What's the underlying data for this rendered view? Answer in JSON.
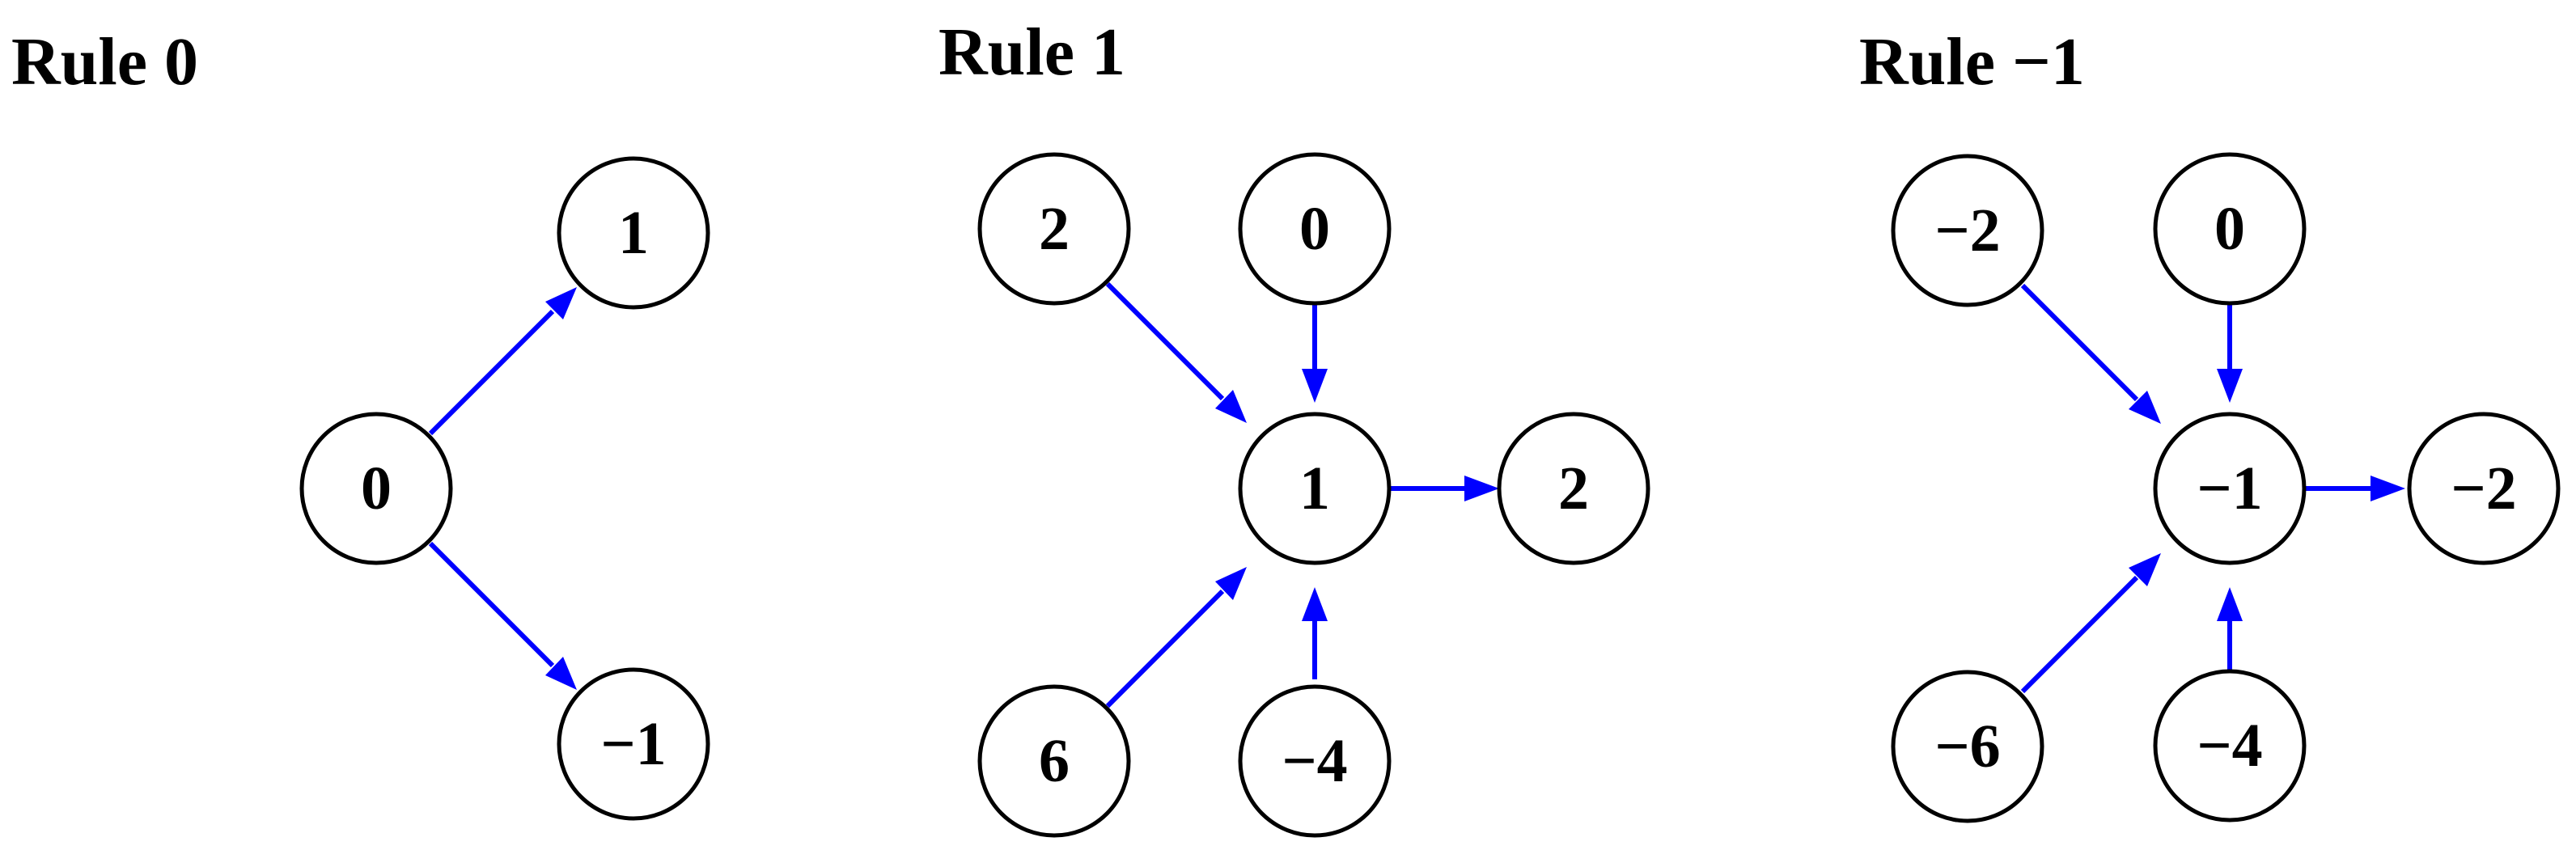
{
  "colors": {
    "edge": "#0000ff",
    "node_stroke": "#000000",
    "node_fill": "#ffffff"
  },
  "rules": [
    {
      "title": "Rule 0",
      "nodes": [
        {
          "id": "c",
          "label": "0"
        },
        {
          "id": "a",
          "label": "1"
        },
        {
          "id": "b",
          "label": "−1"
        }
      ],
      "edges": [
        {
          "from": "c",
          "to": "a"
        },
        {
          "from": "c",
          "to": "b"
        }
      ]
    },
    {
      "title": "Rule 1",
      "nodes": [
        {
          "id": "c",
          "label": "1"
        },
        {
          "id": "tl",
          "label": "2"
        },
        {
          "id": "t",
          "label": "0"
        },
        {
          "id": "bl",
          "label": "6"
        },
        {
          "id": "b",
          "label": "−4"
        },
        {
          "id": "r",
          "label": "2"
        }
      ],
      "edges": [
        {
          "from": "tl",
          "to": "c"
        },
        {
          "from": "t",
          "to": "c"
        },
        {
          "from": "bl",
          "to": "c"
        },
        {
          "from": "b",
          "to": "c"
        },
        {
          "from": "c",
          "to": "r"
        }
      ]
    },
    {
      "title": "Rule −1",
      "nodes": [
        {
          "id": "c",
          "label": "−1"
        },
        {
          "id": "tl",
          "label": "−2"
        },
        {
          "id": "t",
          "label": "0"
        },
        {
          "id": "bl",
          "label": "−6"
        },
        {
          "id": "b",
          "label": "−4"
        },
        {
          "id": "r",
          "label": "−2"
        }
      ],
      "edges": [
        {
          "from": "tl",
          "to": "c"
        },
        {
          "from": "t",
          "to": "c"
        },
        {
          "from": "bl",
          "to": "c"
        },
        {
          "from": "b",
          "to": "c"
        },
        {
          "from": "c",
          "to": "r"
        }
      ]
    }
  ]
}
